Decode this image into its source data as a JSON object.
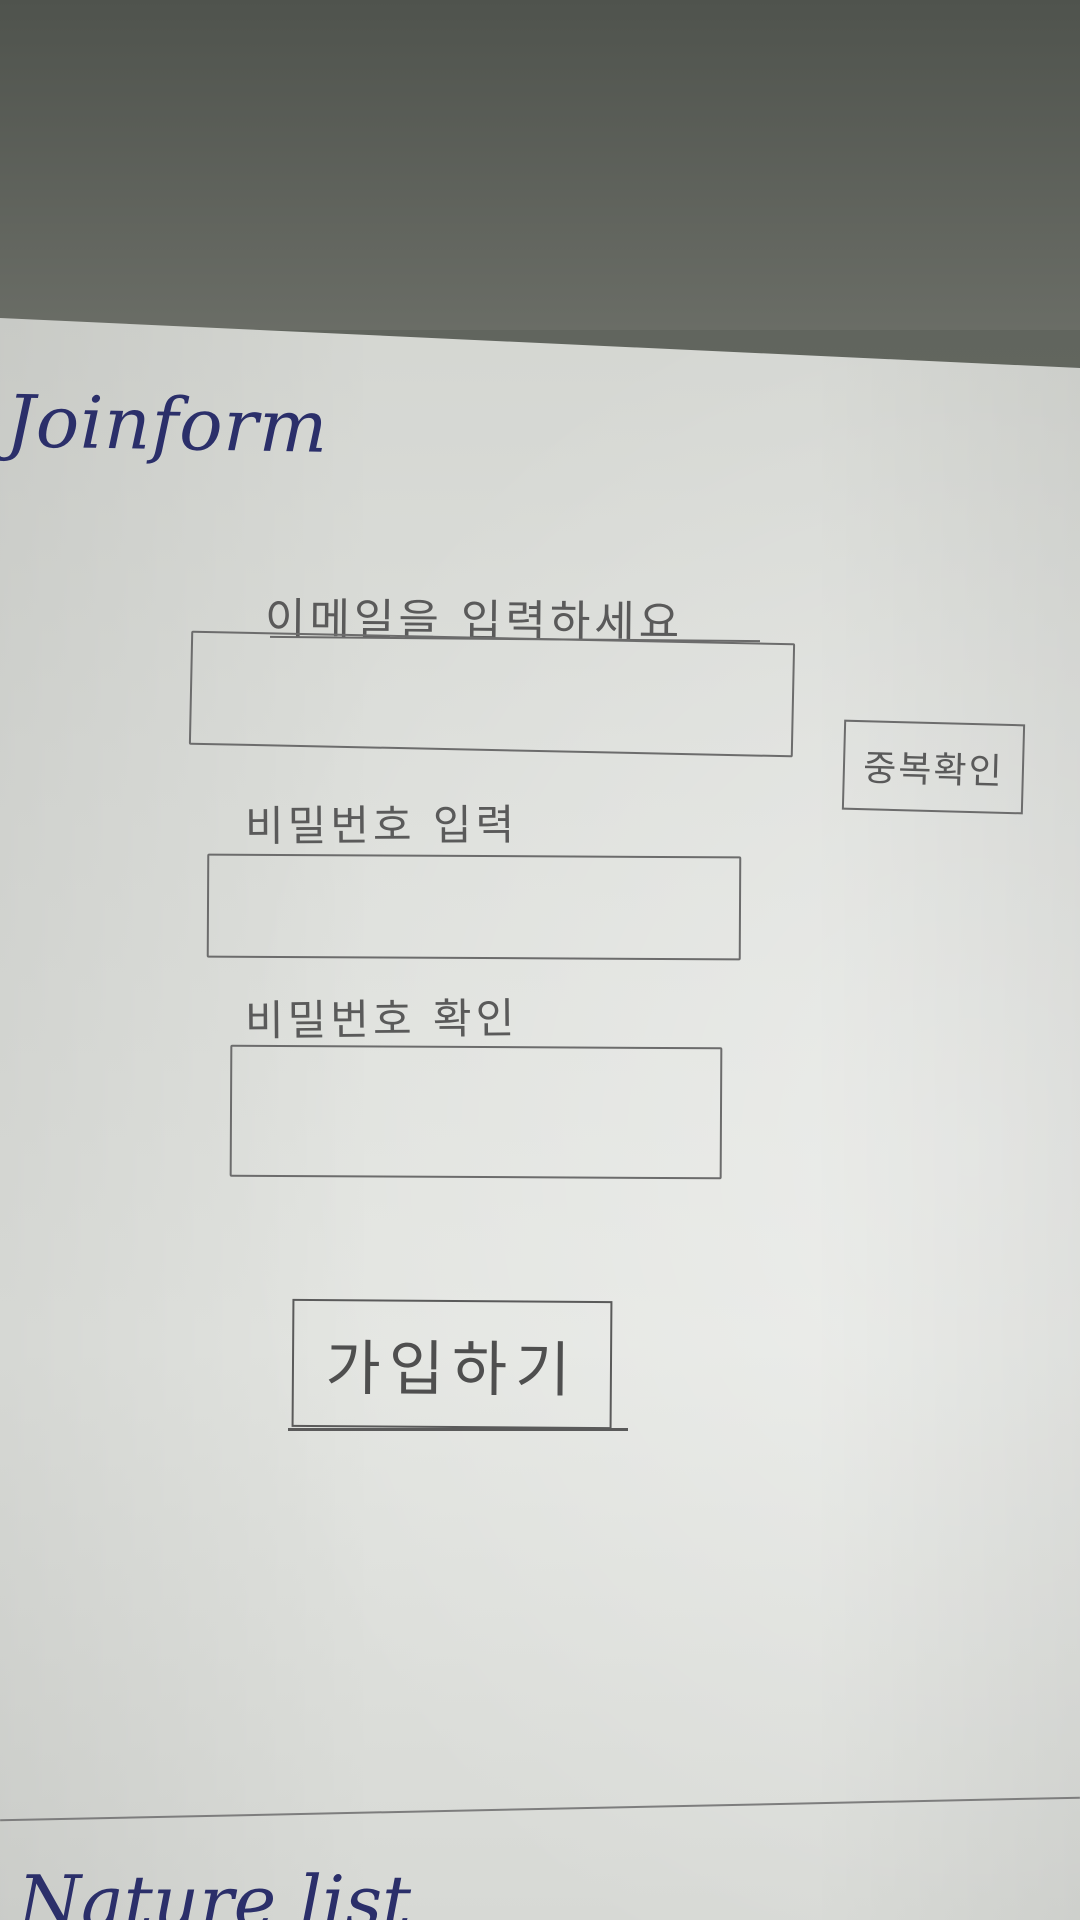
{
  "page": {
    "title": "Joinform",
    "next_section_title": "Nature list"
  },
  "form": {
    "email": {
      "label": "이메일을 입력하세요",
      "value": "",
      "check_button_label": "중복확인"
    },
    "password": {
      "label": "비밀번호 입력",
      "value": ""
    },
    "password_confirm": {
      "label": "비밀번호 확인",
      "value": ""
    },
    "submit_label": "가입하기"
  }
}
